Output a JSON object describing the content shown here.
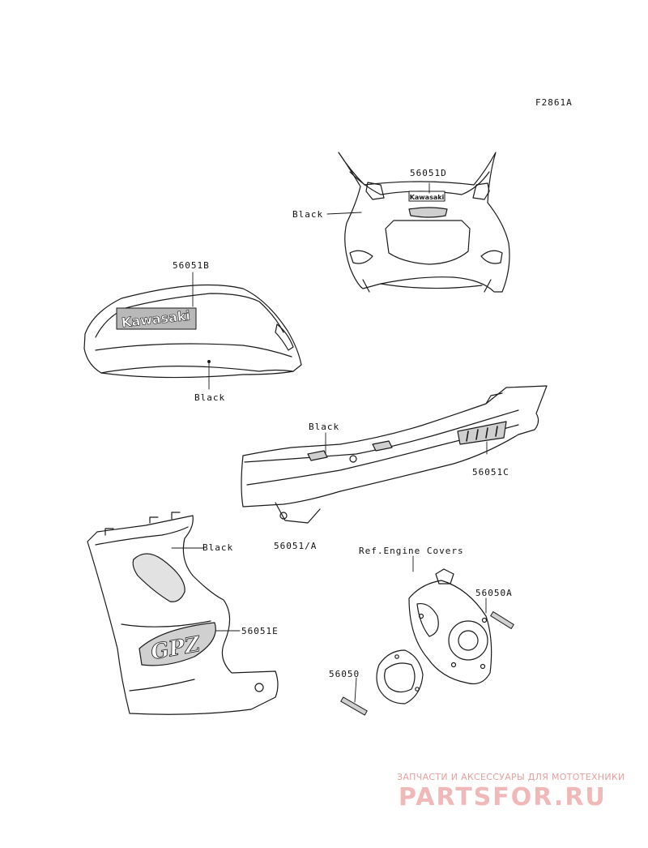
{
  "figure_code": "F2861A",
  "labels": {
    "part_56051D": "56051D",
    "black_fairing": "Black",
    "part_56051B": "56051B",
    "black_tank": "Black",
    "black_tail": "Black",
    "part_56051C": "56051C",
    "part_56051A": "56051/A",
    "black_side": "Black",
    "ref_engine_covers": "Ref.Engine Covers",
    "part_56050A": "56050A",
    "part_56051E": "56051E",
    "part_56050": "56050"
  },
  "decals": {
    "fairing_brand": "Kawasaki",
    "tank_brand": "Kawasaki",
    "side_model": "GPZ"
  },
  "watermark": {
    "tagline": "ЗАПЧАСТИ И АКСЕССУАРЫ ДЛЯ МОТОТЕХНИКИ",
    "logo": "PARTSFOR.RU"
  },
  "colors": {
    "line": "#1a1a1a",
    "shade": "#9a9a9a",
    "watermark": "#e6a0a0"
  }
}
